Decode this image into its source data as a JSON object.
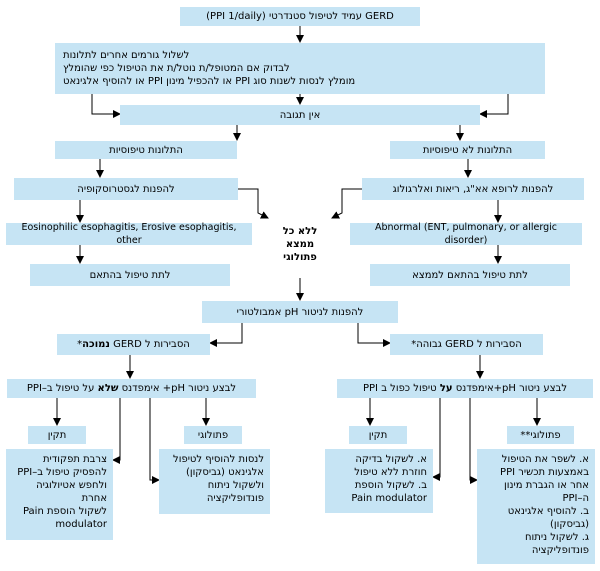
{
  "nodes": {
    "top": "GERD עמיד לטיפול סטנדרטי (PPI 1/daily)",
    "step1": [
      "לשלול גורמים אחרים לתלונות",
      "לבדוק אם המטופל/ת נוטל/ת את הטיפול כפי שהומלץ",
      "מומלץ לנסות לשנות סוג PPI או להכפיל מינון PPI או להוסיף אלגינאט"
    ],
    "no_response": "אין תגובה",
    "typical": "התלונות טיפוסיות",
    "atypical": "התלונות לא טיפוסיות",
    "refer_gastro": "להפנות לגסטרוסקופיה",
    "refer_specialists": "להפנות לרופא אא\"ג, ריאות ואלרגולוג",
    "no_finding": "ללא כל ממצא פתולוגי",
    "eso_findings": "Eosinophilic esophagitis, Erosive esophagitis, other",
    "abnormal": "Abnormal (ENT, pulmonary, or allergic disorder)",
    "treat_left": "לתת טיפול בהתאם",
    "treat_right": "לתת טיפול בהתאם לממצא",
    "ph_monitor": "להפנות לניטור pH אמבולטורי",
    "low_prob_a": "הסבירות ל GERD ",
    "low_prob_b": "נמוכה",
    "low_prob_c": "*",
    "high_prob": "הסבירות ל GERD גבוהה*",
    "test_off_a": "לבצע ניטור pH+ אימפדנס ",
    "test_off_b": "שלא",
    "test_off_c": " על טיפול ב–PPI",
    "test_on_a": "לבצע ניטור pH+אימפדנס ",
    "test_on_b": "על",
    "test_on_c": " טיפול כפול ב PPI",
    "normal_l": "תקין",
    "path_l": "פתולוגי",
    "normal_r": "תקין",
    "path_r": "פתולוגי**",
    "list_normal_l": [
      "צרבת תפקודית",
      "להפסיק טיפול ב–PPI ולחפש אטיולוגיה אחרת",
      "לשקול הוספת Pain modulator"
    ],
    "list_path_l": [
      "לנסות להוסיף לטיפול אלגינאט (גביסקון) ולשקול ניתוח פונדופליקציה"
    ],
    "list_normal_r": [
      "א. לשקול בדיקה חוזרת ללא טיפול",
      "ב. לשקול הוספת Pain modulator"
    ],
    "list_path_r": [
      "א. לשפר את הטיפול באמצעות תכשיר PPI אחר או הגברת מינון ה–PPI",
      "ב. להוסיף אלגינאט (גביסקון)",
      "ג. לשקול ניתוח פונדופליקציה"
    ]
  },
  "colors": {
    "box": "#c6e4f4",
    "line": "#000000"
  }
}
